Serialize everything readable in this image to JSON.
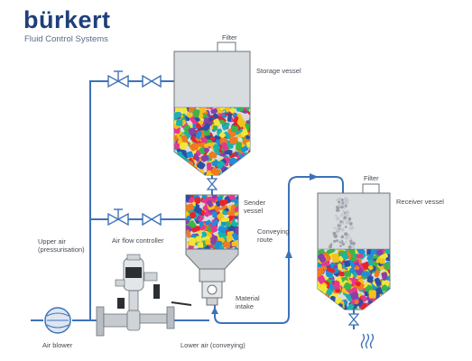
{
  "brand": {
    "name": "bürkert",
    "tagline": "Fluid Control Systems"
  },
  "labels": {
    "filter_storage": "Filter",
    "storage_vessel": "Storage vessel",
    "sender_vessel": "Sender\nvessel",
    "upper_air": "Upper air\n(pressurisation)",
    "air_flow_controller": "Air flow controller",
    "conveying_route": "Conveying\nroute",
    "material_intake": "Material\nintake",
    "filter_receiver": "Filter",
    "receiver_vessel": "Receiver vessel",
    "air_blower": "Air blower",
    "lower_air": "Lower air (conveying)"
  },
  "colors": {
    "pipe": "#3d72b8",
    "vessel_fill": "#d9dcdf",
    "vessel_stroke": "#6c7378",
    "brand": "#1f3f7a",
    "pellets": [
      "#e8232c",
      "#f4c21a",
      "#1e8fd6",
      "#3bb54a",
      "#8b3fa8",
      "#f07a1e",
      "#e6378f",
      "#17b3b0",
      "#2d4fa3",
      "#f2e63a"
    ]
  }
}
